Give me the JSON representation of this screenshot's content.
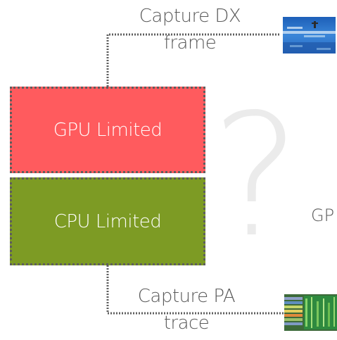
{
  "gpu_box": {
    "label": "GPU Limited",
    "color": "#ff5b5e"
  },
  "cpu_box": {
    "label": "CPU Limited",
    "color": "#7d9b24"
  },
  "capture_dx": {
    "line1": "Capture DX",
    "line2": "frame"
  },
  "capture_pa": {
    "line1": "Capture PA",
    "line2": "trace"
  },
  "question_mark": "?",
  "side_label": "GP",
  "connector_color": "#5e5e5e"
}
